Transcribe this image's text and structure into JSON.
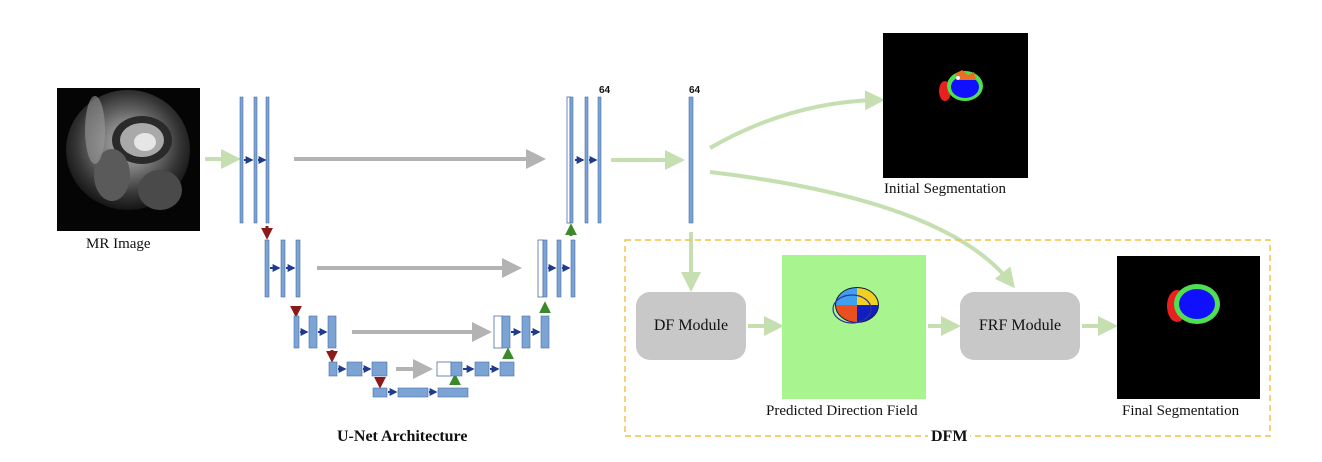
{
  "labels": {
    "mr_image": "MR Image",
    "unet": "U-Net Architecture",
    "initial_seg": "Initial Segmentation",
    "pred_df": "Predicted Direction Field",
    "final_seg": "Final Segmentation",
    "dfm": "DFM",
    "ch_64_a": "64",
    "ch_64_b": "64"
  },
  "modules": {
    "df": "DF Module",
    "frf": "FRF Module"
  },
  "colors": {
    "layer_fill": "#7ba3d4",
    "layer_stroke": "#4a6fa5",
    "flow_arrow": "#c5dfb0",
    "skip_arrow": "#b3b3b3",
    "down_arrow": "#8b1a1a",
    "up_arrow": "#3a8a2a",
    "inner_arrow": "#1f3b8a",
    "dfm_border": "#f0c040",
    "module_fill": "#c8c8c8",
    "df_background": "#a8f590"
  }
}
